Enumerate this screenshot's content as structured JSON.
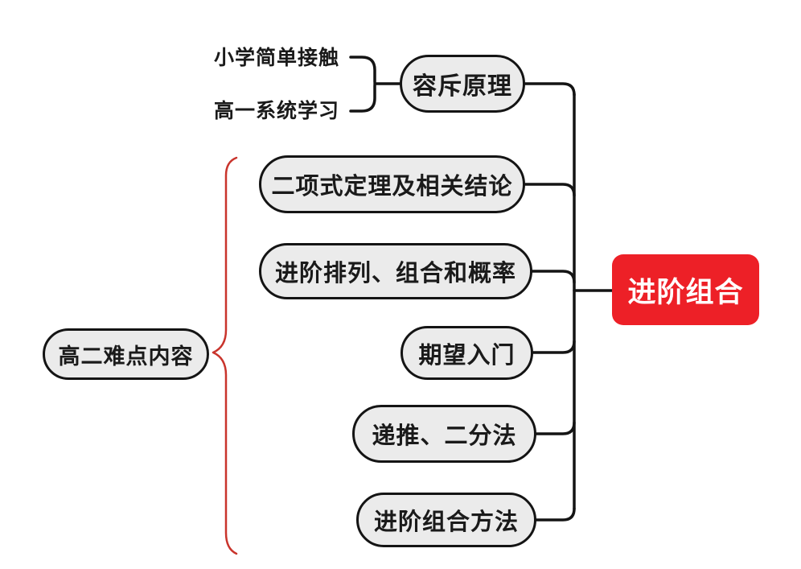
{
  "colors": {
    "background": "#ffffff",
    "node_fill": "#ebebeb",
    "node_border": "#141414",
    "line": "#141414",
    "text": "#1a1a1a",
    "root_bg": "#ed2027",
    "root_text": "#ffffff",
    "brace": "#c9342c"
  },
  "root": {
    "label": "进阶组合"
  },
  "inclusion": {
    "label": "容斥原理",
    "note_top": "小学简单接触",
    "note_bottom": "高一系统学习"
  },
  "group": {
    "label": "高二难点内容"
  },
  "subtopics": [
    {
      "label": "二项式定理及相关结论"
    },
    {
      "label": "进阶排列、组合和概率"
    },
    {
      "label": "期望入门"
    },
    {
      "label": "递推、二分法"
    },
    {
      "label": "进阶组合方法"
    }
  ]
}
